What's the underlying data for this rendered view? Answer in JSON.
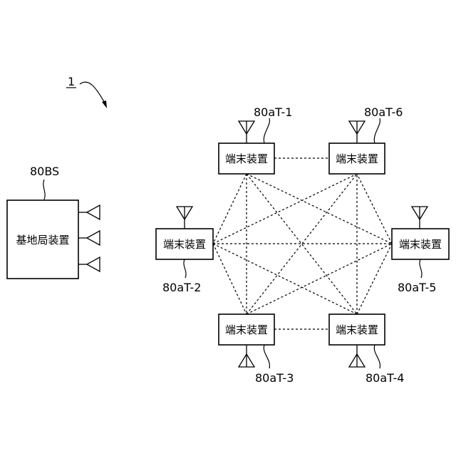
{
  "figure": {
    "ref_number": "1"
  },
  "base_station": {
    "ref": "80BS",
    "label": "基地局装置"
  },
  "terminals": [
    {
      "id": "t1",
      "ref": "80aT-1",
      "label": "端末装置"
    },
    {
      "id": "t2",
      "ref": "80aT-2",
      "label": "端末装置"
    },
    {
      "id": "t3",
      "ref": "80aT-3",
      "label": "端末装置"
    },
    {
      "id": "t4",
      "ref": "80aT-4",
      "label": "端末装置"
    },
    {
      "id": "t5",
      "ref": "80aT-5",
      "label": "端末装置"
    },
    {
      "id": "t6",
      "ref": "80aT-6",
      "label": "端末装置"
    }
  ],
  "links": [
    [
      "t1",
      "t2"
    ],
    [
      "t1",
      "t3"
    ],
    [
      "t1",
      "t4"
    ],
    [
      "t1",
      "t5"
    ],
    [
      "t1",
      "t6"
    ],
    [
      "t2",
      "t3"
    ],
    [
      "t2",
      "t4"
    ],
    [
      "t2",
      "t5"
    ],
    [
      "t2",
      "t6"
    ],
    [
      "t3",
      "t4"
    ],
    [
      "t3",
      "t5"
    ],
    [
      "t3",
      "t6"
    ],
    [
      "t4",
      "t5"
    ],
    [
      "t4",
      "t6"
    ],
    [
      "t5",
      "t6"
    ]
  ]
}
